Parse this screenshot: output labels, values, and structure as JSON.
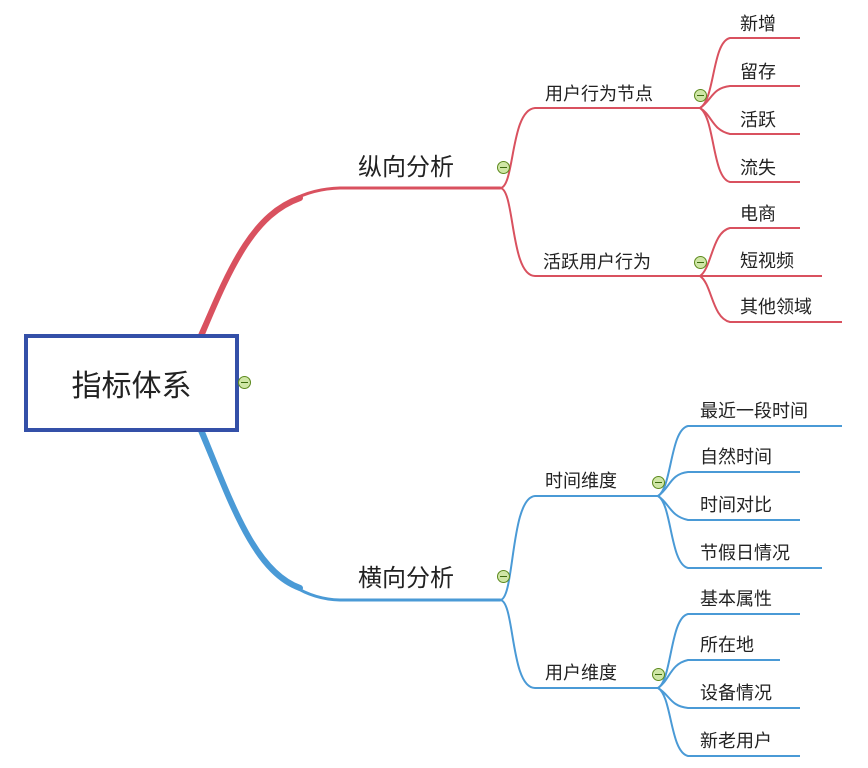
{
  "root": {
    "label": "指标体系"
  },
  "colors": {
    "top_branch": "#d9515f",
    "bottom_branch": "#4a9ad6",
    "root_border": "#3450a8",
    "toggle": "#6f9a2a"
  },
  "branches": [
    {
      "label": "纵向分析",
      "children": [
        {
          "label": "用户行为节点",
          "children": [
            "新增",
            "留存",
            "活跃",
            "流失"
          ]
        },
        {
          "label": "活跃用户行为",
          "children": [
            "电商",
            "短视频",
            "其他领域"
          ]
        }
      ]
    },
    {
      "label": "横向分析",
      "children": [
        {
          "label": "时间维度",
          "children": [
            "最近一段时间",
            "自然时间",
            "时间对比",
            "节假日情况"
          ]
        },
        {
          "label": "用户维度",
          "children": [
            "基本属性",
            "所在地",
            "设备情况",
            "新老用户"
          ]
        }
      ]
    }
  ]
}
